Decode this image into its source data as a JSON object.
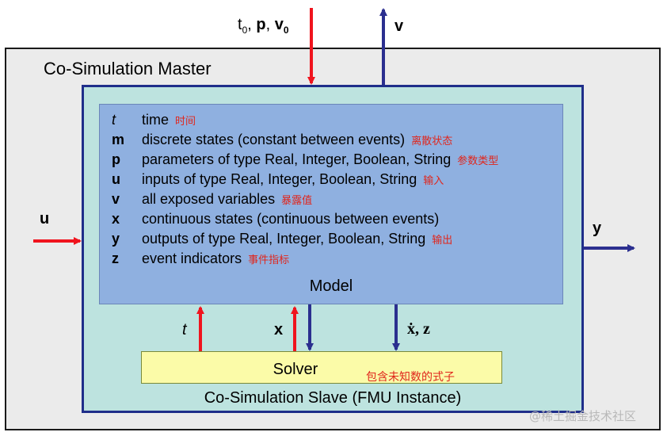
{
  "master": {
    "label": "Co-Simulation Master"
  },
  "slave": {
    "label": "Co-Simulation Slave (FMU Instance)"
  },
  "model": {
    "label": "Model",
    "rows": [
      {
        "symbol": "t",
        "desc": "time",
        "note": "时间"
      },
      {
        "symbol": "m",
        "desc": "discrete states (constant between events)",
        "note": "离散状态"
      },
      {
        "symbol": "p",
        "desc": "parameters of type Real, Integer, Boolean, String",
        "note": "参数类型"
      },
      {
        "symbol": "u",
        "desc": "inputs of type Real, Integer, Boolean, String",
        "note": "输入"
      },
      {
        "symbol": "v",
        "desc": "all exposed variables",
        "note": "暴露值"
      },
      {
        "symbol": "x",
        "desc": "continuous states (continuous between events)",
        "note": ""
      },
      {
        "symbol": "y",
        "desc": "outputs of type Real, Integer, Boolean, String",
        "note": "输出"
      },
      {
        "symbol": "z",
        "desc": "event indicators",
        "note": "事件指标"
      }
    ]
  },
  "solver": {
    "label": "Solver",
    "note": "包含未知数的式子"
  },
  "signals": {
    "top_input_t": "t",
    "top_input_t_sub": "0",
    "top_input_sep": ", ",
    "top_input_p": "p",
    "top_input_v": "v",
    "top_input_v_sub": "0",
    "top_output": "v",
    "left_input": "u",
    "right_output": "y",
    "solver_t": "t",
    "solver_x": "x",
    "model_out": "ẋ, z"
  },
  "watermark": "@稀土掘金技术社区",
  "colors": {
    "input_arrow": "#f0141e",
    "output_arrow": "#2b2f8f"
  }
}
